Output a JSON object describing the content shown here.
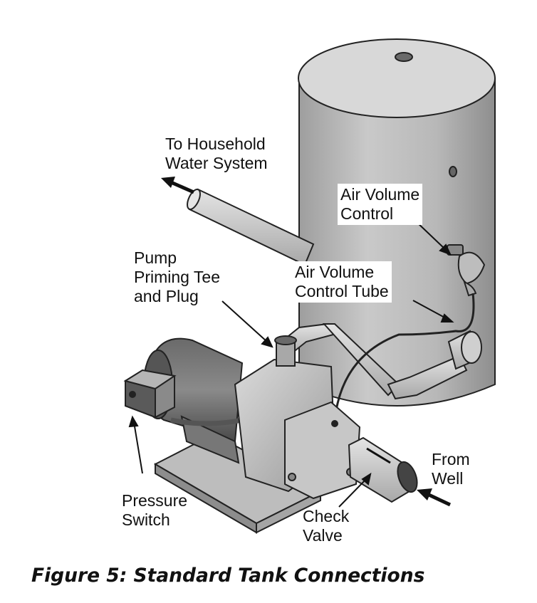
{
  "labels": {
    "household": [
      "To Household",
      "Water System"
    ],
    "air_volume_control": [
      "Air Volume",
      "Control"
    ],
    "air_volume_control_tube": [
      "Air Volume",
      "Control Tube"
    ],
    "priming": [
      "Pump",
      "Priming Tee",
      "and Plug"
    ],
    "pressure_switch": [
      "Pressure",
      "Switch"
    ],
    "check_valve": [
      "Check",
      "Valve"
    ],
    "from_well": [
      "From",
      "Well"
    ]
  },
  "caption": "Figure 5: Standard Tank Connections"
}
